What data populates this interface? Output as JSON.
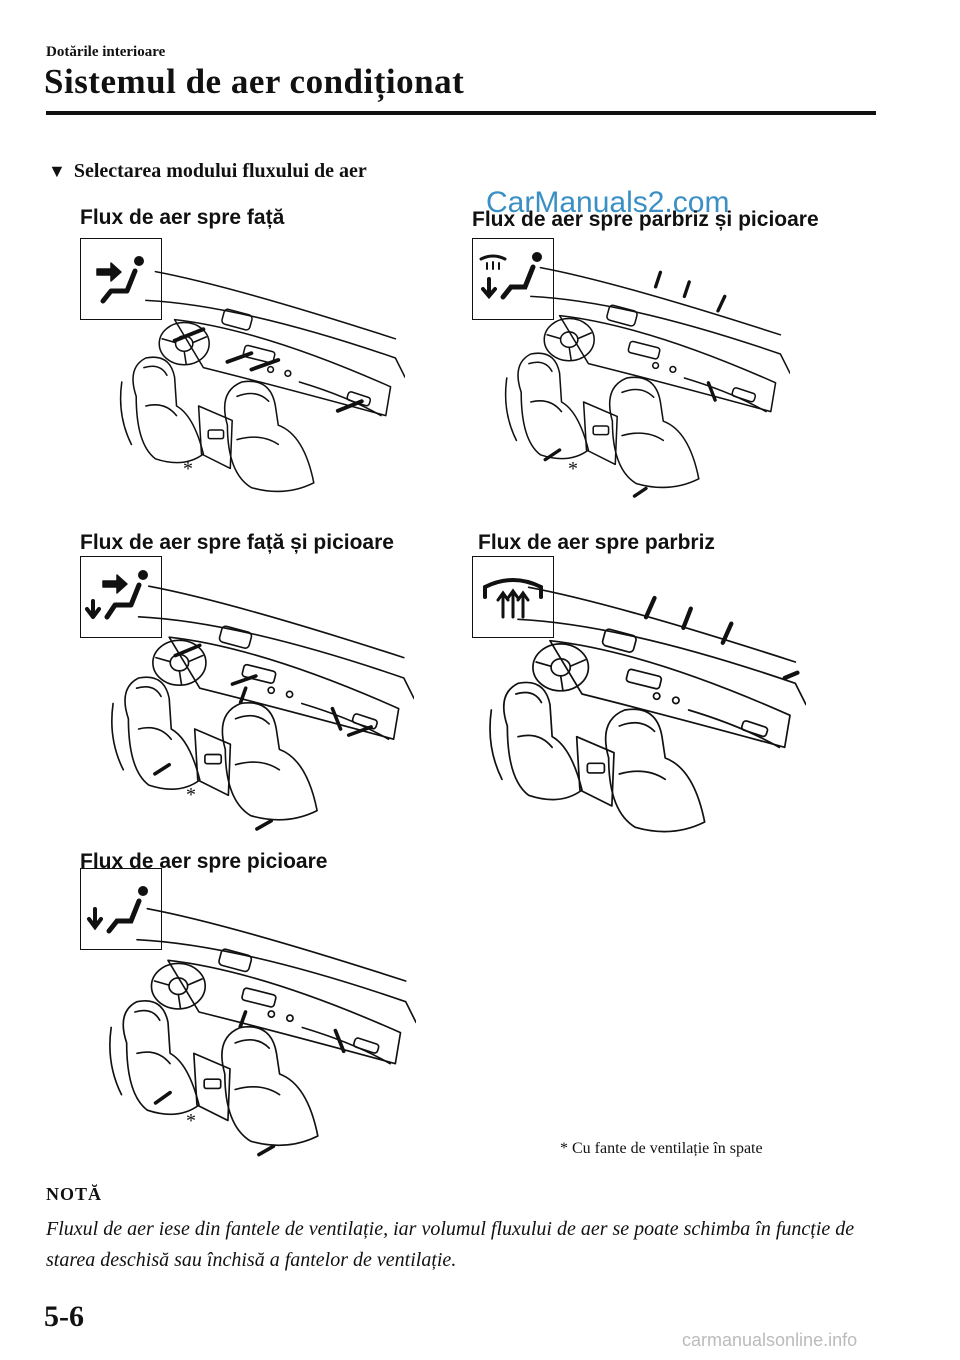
{
  "header": {
    "section": "Dotările interioare",
    "title": "Sistemul de aer condiționat"
  },
  "subheading": "Selectarea modului fluxului de aer",
  "watermark": "CarManuals2.com",
  "modes": [
    {
      "label": "Flux de aer spre față",
      "icon": "vent-face-icon"
    },
    {
      "label": "Flux de aer spre parbriz și picioare",
      "icon": "defrost-floor-icon"
    },
    {
      "label": "Flux de aer spre față și picioare",
      "icon": "bi-level-icon"
    },
    {
      "label": "Flux de aer spre parbriz",
      "icon": "windshield-defrost-icon"
    },
    {
      "label": "Flux de aer spre picioare",
      "icon": "floor-icon"
    }
  ],
  "asterisk": "*",
  "footnote": "* Cu fante de ventilație în spate",
  "note": {
    "title": "NOTĂ",
    "text": "Fluxul de aer iese din fantele de ventilație, iar volumul fluxului de aer se poate schimba în funcție de starea deschisă sau închisă a fantelor de ventilație."
  },
  "page_number": "5-6",
  "site": "carmanualsonline.info"
}
